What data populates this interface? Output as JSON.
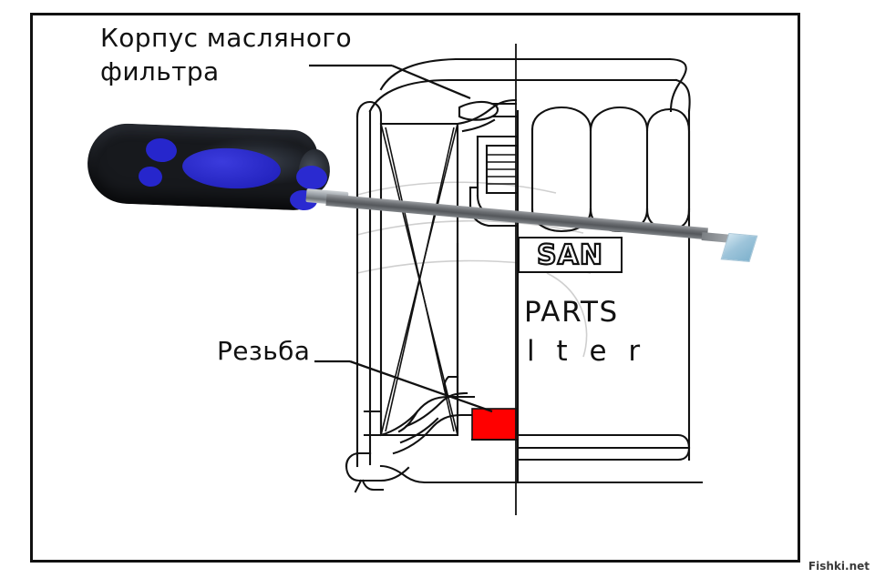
{
  "image": {
    "kind": "technical-cross-section-diagram",
    "subject": "Oil filter cut-away with screwdriver puncture method",
    "background_color": "#ffffff",
    "frame_color": "#111111"
  },
  "annotations": {
    "housing_label": "Корпус масляного\nфильтра",
    "thread_label": "Резьба"
  },
  "filter_branding": {
    "badge": "SAN",
    "line2": "PARTS",
    "line3": "l t e r"
  },
  "tool": {
    "name": "flat-head-screwdriver",
    "handle_color": "#1b1e23",
    "grip_color": "#2323c8",
    "shaft_color": "#6b6e72",
    "tip_color": "#8fbad2"
  },
  "highlight": {
    "seal_color": "#ff0000",
    "seal_meaning": "Резьба"
  },
  "watermark": {
    "text": "Fishki.net"
  }
}
